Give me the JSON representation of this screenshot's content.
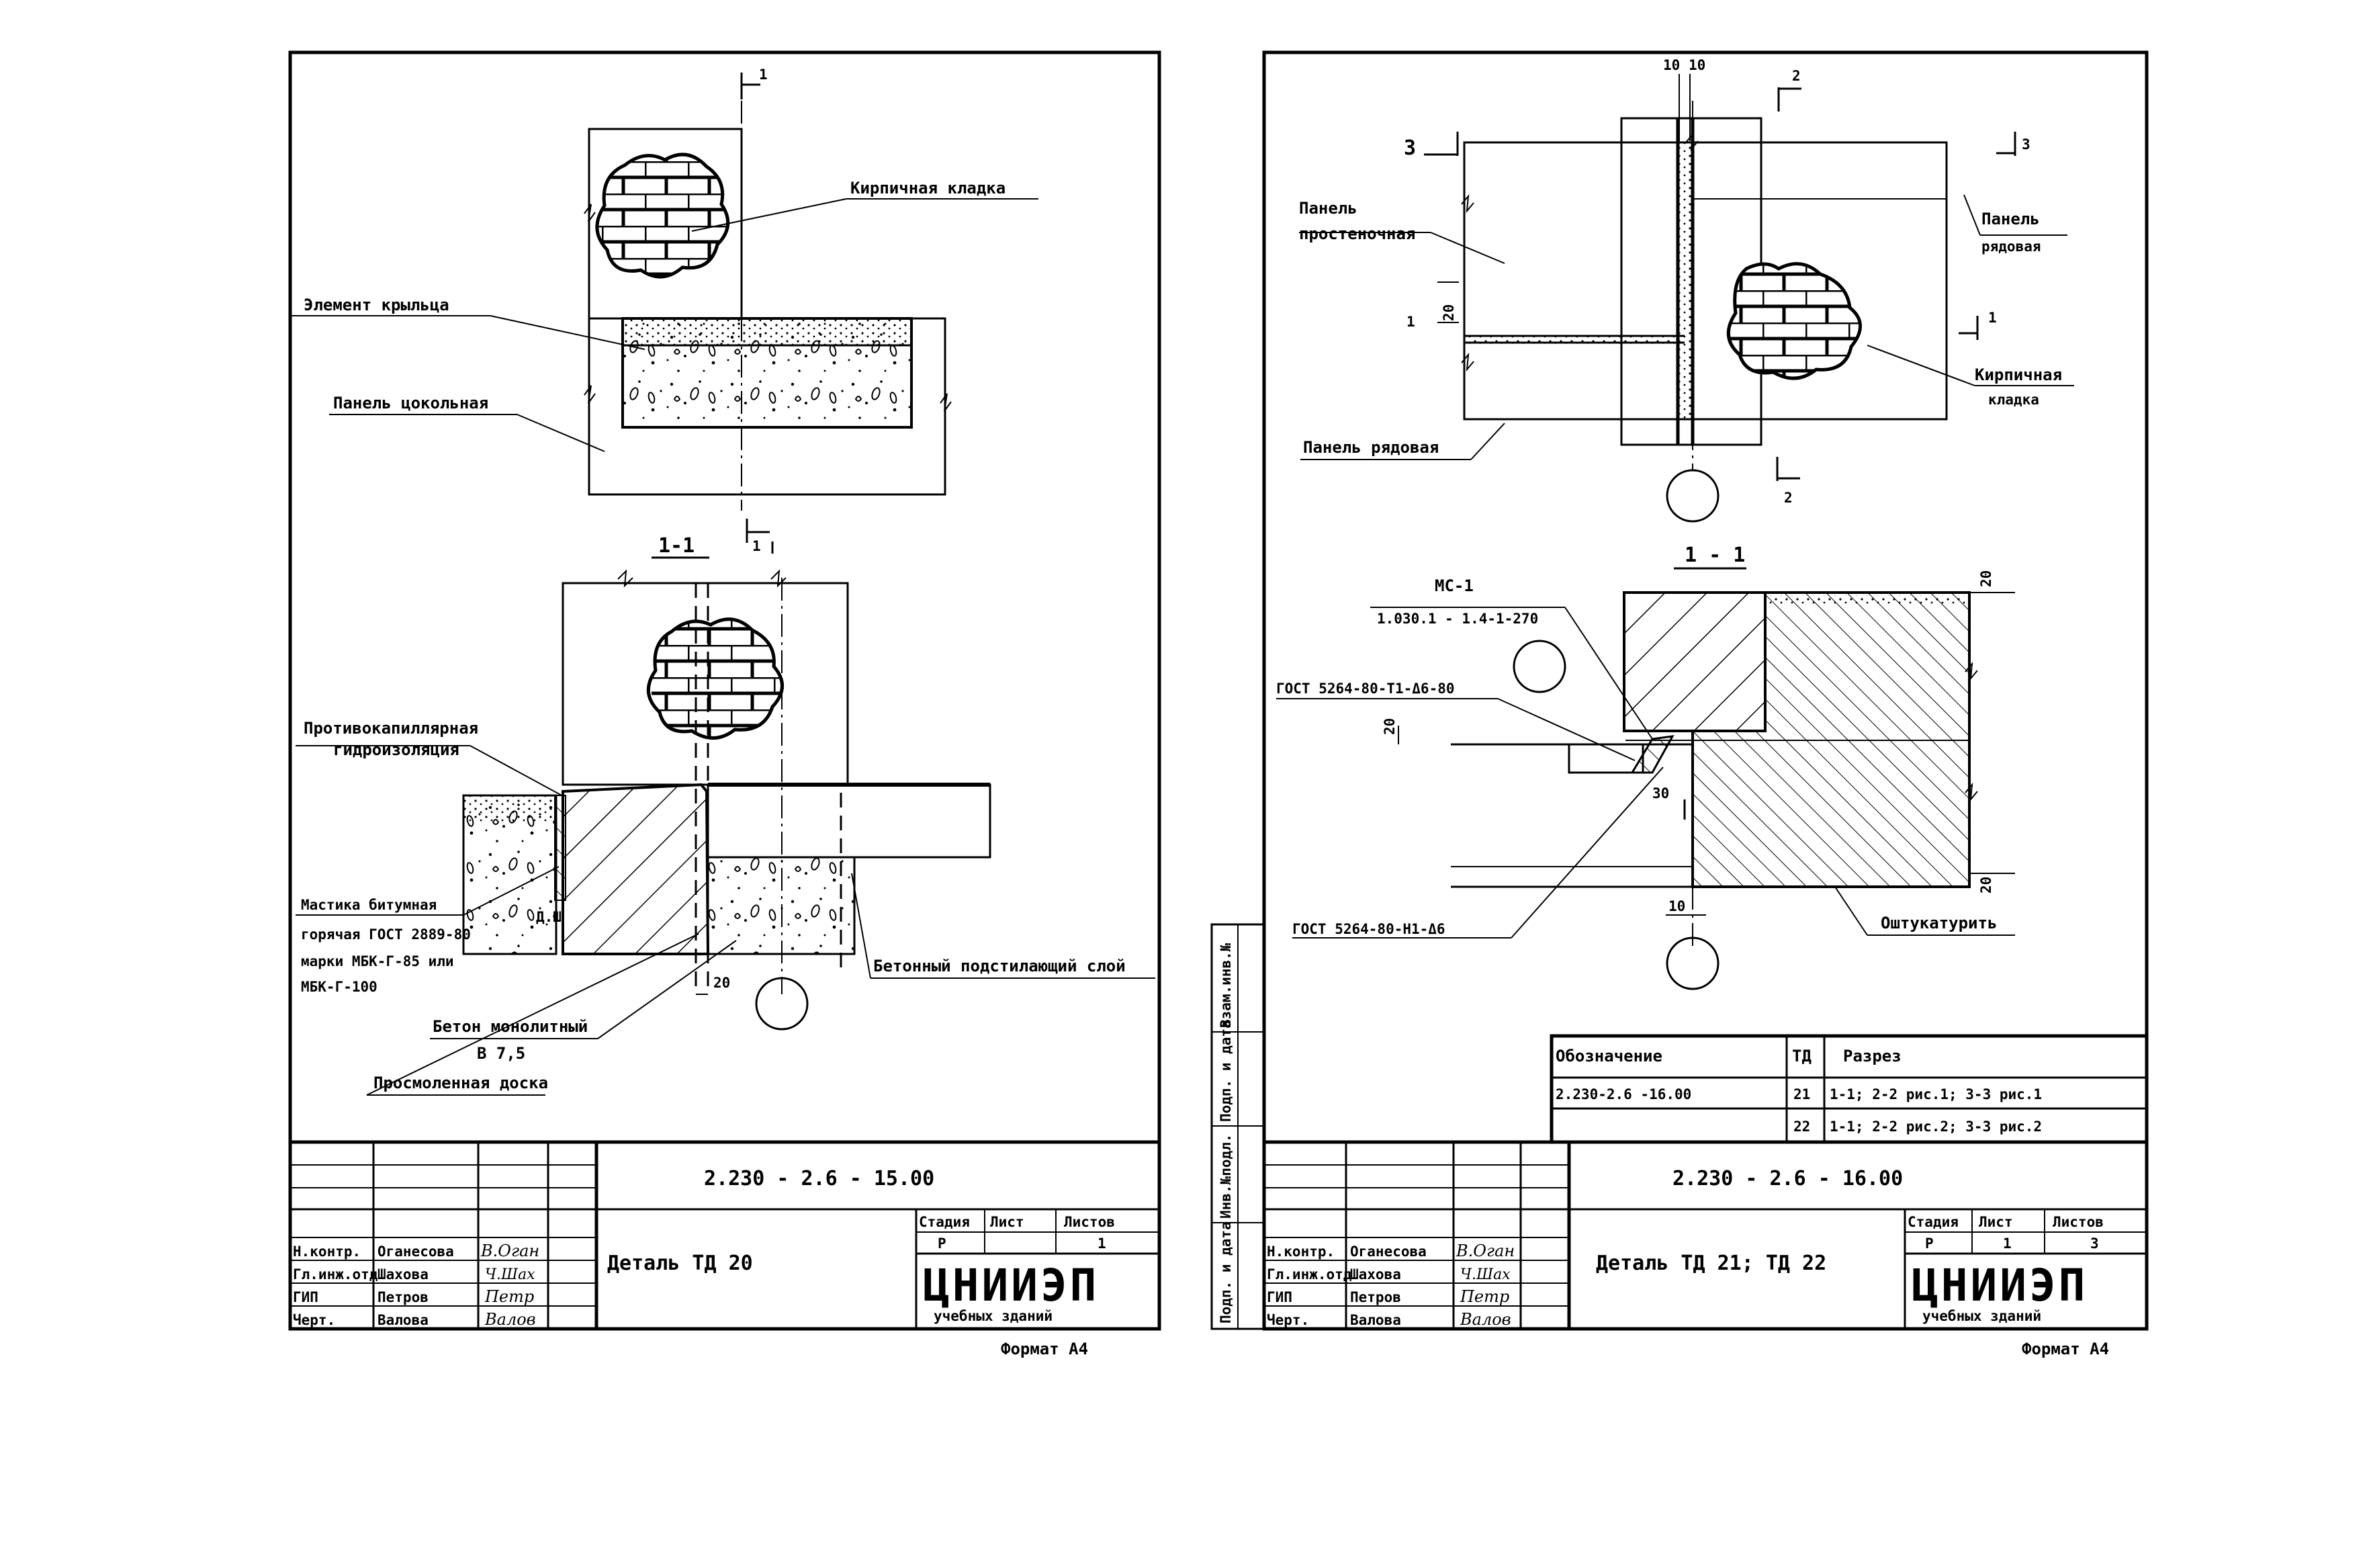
{
  "sheet1": {
    "labels": {
      "brick": "Кирпичная кладка",
      "porch": "Элемент крыльца",
      "plinth": "Панель цокольная",
      "section": "1-1",
      "cut_mark": "1",
      "anticap_1": "Противокапиллярная",
      "anticap_2": "гидроизоляция",
      "mastic_1": "Мастика битумная",
      "mastic_2": "горячая ГОСТ 2889-80",
      "mastic_3": "марки МБК-Г-85 или",
      "mastic_4": "МБК-Г-100",
      "d_label": "Д.Ш",
      "dim_20": "20",
      "beton_1": "Бетон монолитный",
      "beton_2": "В 7,5",
      "board": "Просмоленная доска",
      "base_layer": "Бетонный подстилающий слой"
    },
    "titleblock": {
      "code": "2.230 - 2.6 - 15.00",
      "title": "Деталь ТД 20",
      "stage_h": "Стадия",
      "sheet_h": "Лист",
      "sheets_h": "Листов",
      "stage": "Р",
      "sheets": "1",
      "org": "ЦНИИЭП",
      "org_sub": "учебных зданий",
      "format": "Формат А4",
      "roles": [
        "Н.контр.",
        "Гл.инж.отд",
        "ГИП",
        "Черт."
      ],
      "names": [
        "Оганесова",
        "Шахова",
        "Петров",
        "Валова"
      ],
      "signs": [
        "В.Оган",
        "Ч.Шах",
        "Петр",
        "Валов"
      ]
    }
  },
  "sheet2": {
    "labels": {
      "dim_10a": "10",
      "dim_10b": "10",
      "cut_2": "2",
      "cut_3": "3",
      "cut_1": "1",
      "panel_pier_1": "Панель",
      "panel_pier_2": "простеночная",
      "panel_row_r_1": "Панель",
      "panel_row_r_2": "рядовая",
      "dim_20a": "20",
      "brick_1": "Кирпичная",
      "brick_2": "кладка",
      "panel_row": "Панель рядовая",
      "section": "1 - 1",
      "mc_1": "МС-1",
      "mc_2": "1.030.1 - 1.4-1-270",
      "gost_1": "ГОСТ 5264-80-Т1-Δ6-80",
      "dim_20b": "20",
      "dim_30": "30",
      "gost_2": "ГОСТ 5264-80-Н1-Δ6",
      "dim_10c": "10",
      "dim_20c": "20",
      "dim_20d": "20",
      "plaster": "Оштукатурить"
    },
    "side_stamp": [
      "Взам.инв.№",
      "Подп. и дата",
      "Инв.№подл.",
      "Подп. и дата"
    ],
    "table": {
      "headers": [
        "Обозначение",
        "ТД",
        "Разрез"
      ],
      "rows": [
        [
          "2.230-2.6 -16.00",
          "21",
          "1-1; 2-2 рис.1; 3-3 рис.1"
        ],
        [
          "",
          "22",
          "1-1; 2-2 рис.2; 3-3 рис.2"
        ]
      ]
    },
    "titleblock": {
      "code": "2.230 - 2.6 - 16.00",
      "title": "Деталь ТД 21; ТД 22",
      "stage_h": "Стадия",
      "sheet_h": "Лист",
      "sheets_h": "Листов",
      "stage": "Р",
      "sheet": "1",
      "sheets": "3",
      "org": "ЦНИИЭП",
      "org_sub": "учебных зданий",
      "format": "Формат А4",
      "roles": [
        "Н.контр.",
        "Гл.инж.отд",
        "ГИП",
        "Черт."
      ],
      "names": [
        "Оганесова",
        "Шахова",
        "Петров",
        "Валова"
      ],
      "signs": [
        "В.Оган",
        "Ч.Шах",
        "Петр",
        "Валов"
      ]
    }
  }
}
